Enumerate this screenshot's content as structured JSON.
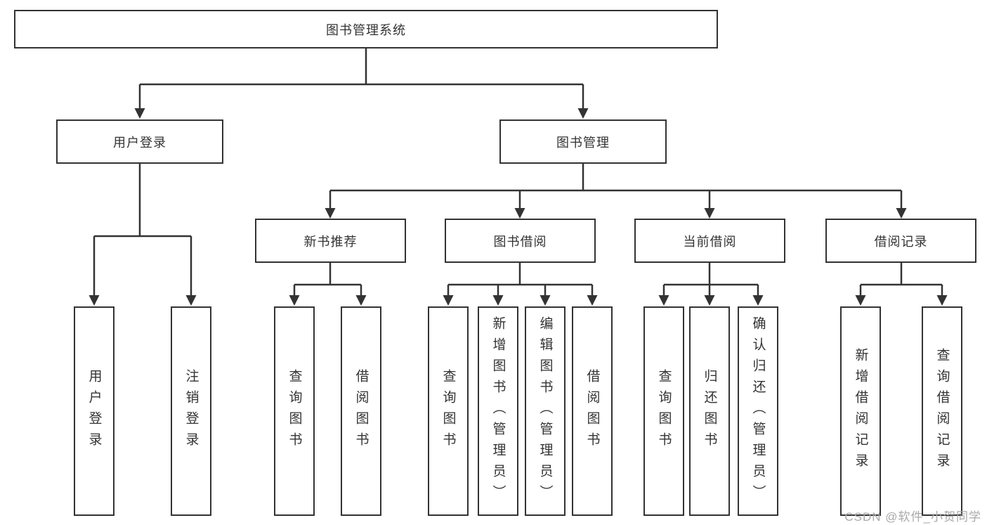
{
  "tree": {
    "root": {
      "label": "图书管理系统",
      "children": [
        {
          "label": "用户登录",
          "children": [
            {
              "label": "用户登录"
            },
            {
              "label": "注销登录"
            }
          ]
        },
        {
          "label": "图书管理",
          "children": [
            {
              "label": "新书推荐",
              "children": [
                {
                  "label": "查询图书"
                },
                {
                  "label": "借阅图书"
                }
              ]
            },
            {
              "label": "图书借阅",
              "children": [
                {
                  "label": "查询图书"
                },
                {
                  "label": "新增图书（管理员）"
                },
                {
                  "label": "编辑图书（管理员）"
                },
                {
                  "label": "借阅图书"
                }
              ]
            },
            {
              "label": "当前借阅",
              "children": [
                {
                  "label": "查询图书"
                },
                {
                  "label": "归还图书"
                },
                {
                  "label": "确认归还（管理员）"
                }
              ]
            },
            {
              "label": "借阅记录",
              "children": [
                {
                  "label": "新增借阅记录"
                },
                {
                  "label": "查询借阅记录"
                }
              ]
            }
          ]
        }
      ]
    }
  },
  "watermark": "CSDN @软件_小贺同学",
  "colors": {
    "line": "#333333",
    "text": "#333333",
    "background": "#ffffff",
    "watermark": "#a9a9a9"
  }
}
